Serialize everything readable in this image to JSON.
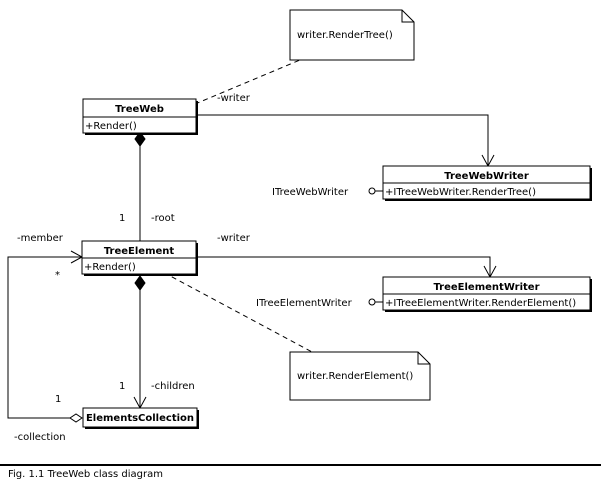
{
  "classes": {
    "tree_web": {
      "name": "TreeWeb",
      "operation": "+Render()"
    },
    "tree_web_writer": {
      "name": "TreeWebWriter",
      "operation": "+ITreeWebWriter.RenderTree()"
    },
    "tree_element": {
      "name": "TreeElement",
      "operation": "+Render()"
    },
    "tree_element_writer": {
      "name": "TreeElementWriter",
      "operation": "+ITreeElementWriter.RenderElement()"
    },
    "elements_collection": {
      "name": "ElementsCollection"
    }
  },
  "interfaces": {
    "tree_web_writer": "ITreeWebWriter",
    "tree_element_writer": "ITreeElementWriter"
  },
  "notes": {
    "render_tree": "writer.RenderTree()",
    "render_element": "writer.RenderElement()"
  },
  "roles": {
    "web_writer": "-writer",
    "element_writer": "-writer",
    "root": "-root",
    "root_multiplicity": "1",
    "member": "-member",
    "member_multiplicity": "*",
    "children": "-children",
    "children_multiplicity": "1",
    "collection": "-collection",
    "collection_multiplicity": "1"
  },
  "caption": "Fig. 1.1 TreeWeb class diagram"
}
